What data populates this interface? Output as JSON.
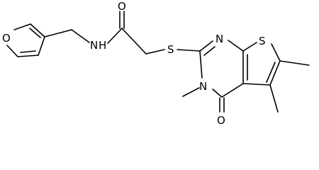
{
  "molecule": {
    "atoms": {
      "furan_o": "O",
      "amide_n": "N",
      "amide_h": "H",
      "carbonyl_o": "O",
      "thioether_s": "S",
      "pyrimidine_n1": "N",
      "pyrimidine_n3": "N",
      "thiophene_s": "S",
      "keto_o": "O"
    }
  }
}
